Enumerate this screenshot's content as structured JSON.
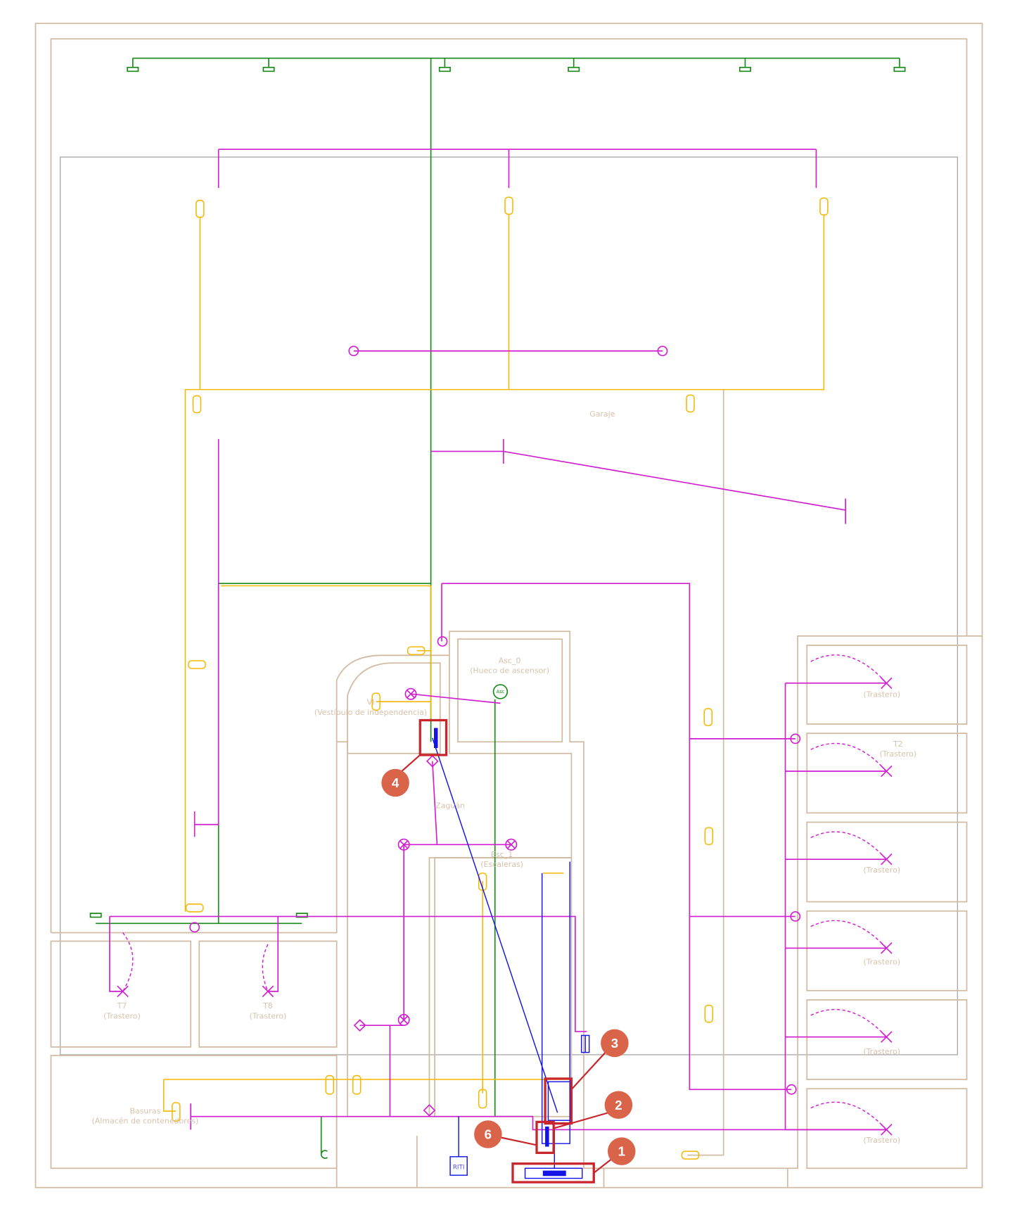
{
  "rooms": {
    "garaje": "Garaje",
    "vi_code": "VI",
    "vi_name": "(Vestíbulo de independencia)",
    "asc_code": "Asc_0",
    "asc_name": "(Hueco de ascensor)",
    "zaguan": "Zaguán",
    "esc_code": "Esc_1",
    "esc_name": "(Escaleras)",
    "t1": "(Trastero)",
    "t2_code": "T2",
    "t2": "(Trastero)",
    "t3": "(Trastero)",
    "t4": "(Trastero)",
    "t5": "(Trastero)",
    "t6": "(Trastero)",
    "t7_code": "T7",
    "t7": "(Trastero)",
    "t8_code": "T8",
    "t8": "(Trastero)",
    "basuras_code": "Basuras",
    "basuras_name": "(Almacén de contenedores)"
  },
  "equipment": {
    "riti": "RITI",
    "asc_symbol": "Asc"
  },
  "callouts": [
    "1",
    "2",
    "3",
    "4",
    "6"
  ],
  "colors": {
    "wall": "#d2bba3",
    "lighting": "#d01ed0",
    "emergency": "#178a17",
    "power": "#f5b800",
    "telecom": "#1414e6",
    "callout": "#c8262c",
    "badge": "#d9644a"
  }
}
